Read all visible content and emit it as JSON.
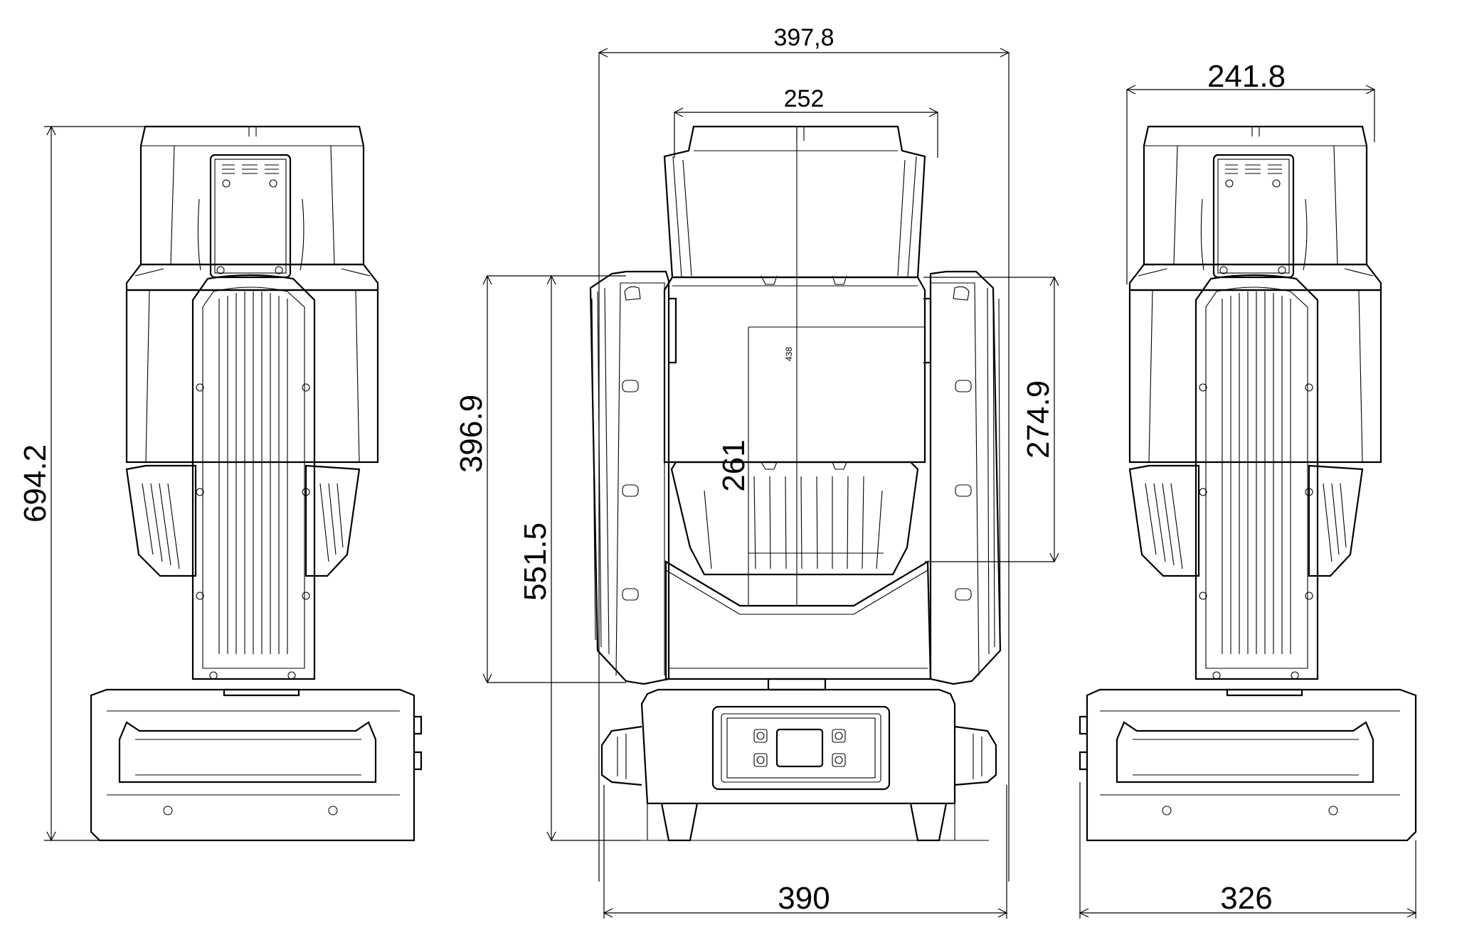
{
  "dimensions": {
    "top_overall_width": "397,8",
    "head_width": "252",
    "head_center_height": "438",
    "center_front_height": "261",
    "yoke_arm_height": "396.9",
    "front_yoke_to_base": "551.5",
    "right_head_height": "274.9",
    "side_total_height": "694.2",
    "front_base_width": "390",
    "right_top_width": "241.8",
    "right_base_width": "326"
  }
}
